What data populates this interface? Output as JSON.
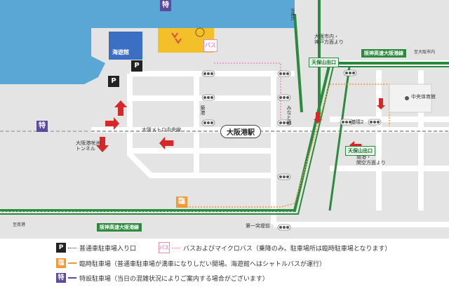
{
  "map": {
    "buildings": {
      "kaiyukan": "海遊館"
    },
    "station": "大阪港駅",
    "metro_line": "大阪メトロ中央線",
    "tunnel": "大阪港咲洲\nトンネル",
    "roads": {
      "kaigan_dori": "築港通",
      "minato_dori": "みなと通",
      "chikko": "築港",
      "minatomachi": "港晴2"
    },
    "directions": {
      "from_osaka_kobe": "大阪市内・\n神戸方面より",
      "from_nanko": "南港・\n関空方面より",
      "to_osaka": "至大阪市内",
      "to_kobe": "至神戸",
      "to_nanko": "至南港"
    },
    "highway_labels": {
      "hanshin_osaka_line": "阪神高速大阪港線",
      "hanshin_osaka_line_2": "阪神高速大阪港線"
    },
    "exits": {
      "tenpozan_exit_1": "天保山出口",
      "tenpozan_exit_2": "天保山出口"
    },
    "facilities": {
      "gym": "中央体育館",
      "first_intersection": "第一突堤前"
    },
    "markers": {
      "parking_p": "P",
      "bus": "バス",
      "special": "特",
      "temporary": "臨"
    }
  },
  "legend": {
    "regular_parking": "P",
    "regular_parking_text": "普通車駐車場入り口",
    "bus_badge": "バス",
    "bus_text": "バスおよびマイクロバス（乗降のみ。駐車場所は臨時駐車場となります）",
    "temp_badge": "臨",
    "temp_text": "臨時駐車場（普通車駐車場が満車になりしだい開場。海遊館へはシャトルバスが運行）",
    "special_badge": "特",
    "special_text": "特設駐車場（当日の混雑状況によりご案内する場合がございます）"
  },
  "colors": {
    "sea": "#5aa7d6",
    "land": "#e4e4e4",
    "road": "#ffffff",
    "highway": "#2b8a3e",
    "parking": "#222222",
    "special": "#5b4a9e",
    "temporary": "#f09a38",
    "bus": "#e58fc0",
    "arrow": "#d62828",
    "kaiyukan": "#3a6fc4",
    "ferris": "#f4c02a"
  }
}
